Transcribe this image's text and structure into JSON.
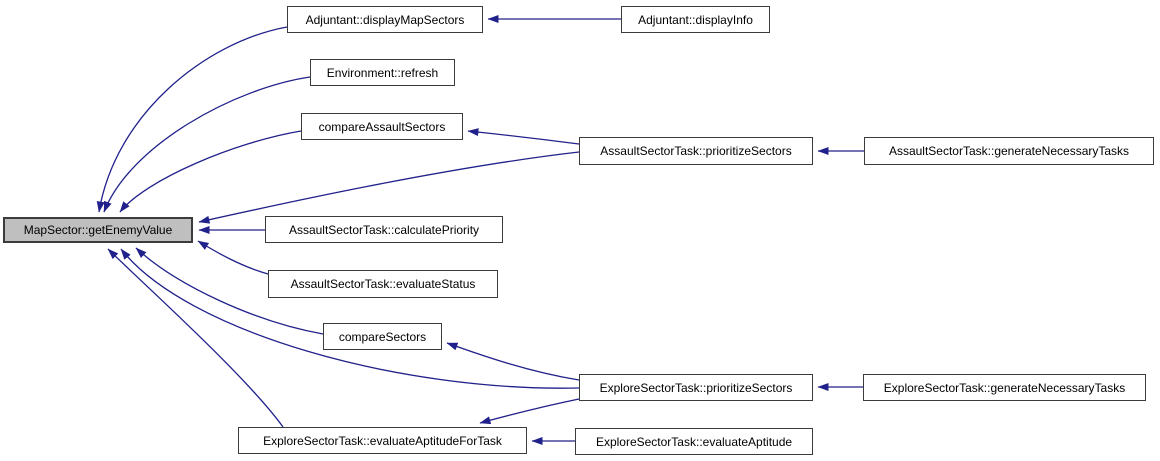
{
  "diagram": {
    "type": "call-graph",
    "main_function": "MapSector::getEnemyValue",
    "colors": {
      "edge": "#21218b",
      "node_border": "#3b3b3b",
      "node_fill": "#ffffff",
      "highlight_fill": "#bfbfbf",
      "text": "#000000",
      "background": "#ffffff"
    },
    "nodes": [
      {
        "id": "map-sector-get-enemy-value",
        "label": "MapSector::getEnemyValue",
        "highlighted": true
      },
      {
        "id": "adjuntant-display-map-sectors",
        "label": "Adjuntant::displayMapSectors",
        "highlighted": false
      },
      {
        "id": "adjuntant-display-info",
        "label": "Adjuntant::displayInfo",
        "highlighted": false
      },
      {
        "id": "environment-refresh",
        "label": "Environment::refresh",
        "highlighted": false
      },
      {
        "id": "compare-assault-sectors",
        "label": "compareAssaultSectors",
        "highlighted": false
      },
      {
        "id": "assault-prioritize-sectors",
        "label": "AssaultSectorTask::prioritizeSectors",
        "highlighted": false
      },
      {
        "id": "assault-generate-necessary-tasks",
        "label": "AssaultSectorTask::generateNecessaryTasks",
        "highlighted": false
      },
      {
        "id": "assault-calculate-priority",
        "label": "AssaultSectorTask::calculatePriority",
        "highlighted": false
      },
      {
        "id": "assault-evaluate-status",
        "label": "AssaultSectorTask::evaluateStatus",
        "highlighted": false
      },
      {
        "id": "compare-sectors",
        "label": "compareSectors",
        "highlighted": false
      },
      {
        "id": "explore-prioritize-sectors",
        "label": "ExploreSectorTask::prioritizeSectors",
        "highlighted": false
      },
      {
        "id": "explore-generate-necessary-tasks",
        "label": "ExploreSectorTask::generateNecessaryTasks",
        "highlighted": false
      },
      {
        "id": "explore-evaluate-aptitude-for-task",
        "label": "ExploreSectorTask::evaluateAptitudeForTask",
        "highlighted": false
      },
      {
        "id": "explore-evaluate-aptitude",
        "label": "ExploreSectorTask::evaluateAptitude",
        "highlighted": false
      }
    ],
    "edges": [
      {
        "from": "Adjuntant::displayMapSectors",
        "to": "MapSector::getEnemyValue"
      },
      {
        "from": "Adjuntant::displayInfo",
        "to": "Adjuntant::displayMapSectors"
      },
      {
        "from": "Environment::refresh",
        "to": "MapSector::getEnemyValue"
      },
      {
        "from": "compareAssaultSectors",
        "to": "MapSector::getEnemyValue"
      },
      {
        "from": "AssaultSectorTask::prioritizeSectors",
        "to": "compareAssaultSectors"
      },
      {
        "from": "AssaultSectorTask::prioritizeSectors",
        "to": "MapSector::getEnemyValue"
      },
      {
        "from": "AssaultSectorTask::generateNecessaryTasks",
        "to": "AssaultSectorTask::prioritizeSectors"
      },
      {
        "from": "AssaultSectorTask::calculatePriority",
        "to": "MapSector::getEnemyValue"
      },
      {
        "from": "AssaultSectorTask::evaluateStatus",
        "to": "MapSector::getEnemyValue"
      },
      {
        "from": "compareSectors",
        "to": "MapSector::getEnemyValue"
      },
      {
        "from": "ExploreSectorTask::prioritizeSectors",
        "to": "compareSectors"
      },
      {
        "from": "ExploreSectorTask::prioritizeSectors",
        "to": "MapSector::getEnemyValue"
      },
      {
        "from": "ExploreSectorTask::prioritizeSectors",
        "to": "ExploreSectorTask::evaluateAptitudeForTask"
      },
      {
        "from": "ExploreSectorTask::generateNecessaryTasks",
        "to": "ExploreSectorTask::prioritizeSectors"
      },
      {
        "from": "ExploreSectorTask::evaluateAptitudeForTask",
        "to": "MapSector::getEnemyValue"
      },
      {
        "from": "ExploreSectorTask::evaluateAptitude",
        "to": "ExploreSectorTask::evaluateAptitudeForTask"
      }
    ]
  }
}
